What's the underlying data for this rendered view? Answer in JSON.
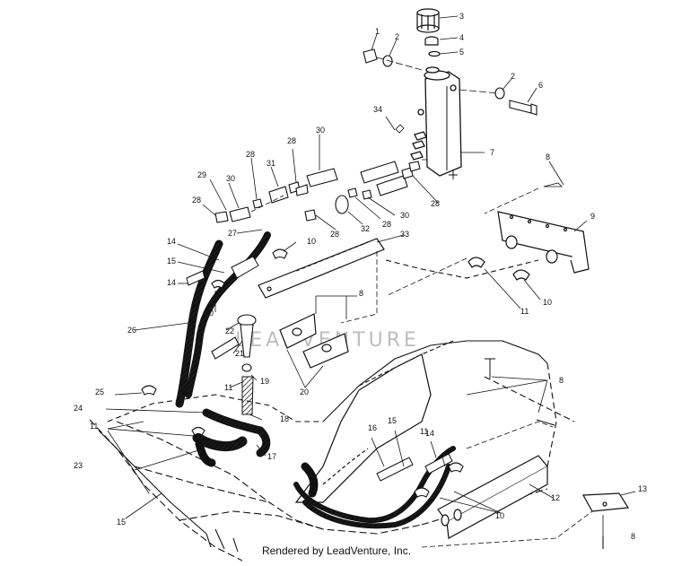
{
  "diagram": {
    "callouts": [
      "1",
      "2",
      "3",
      "4",
      "5",
      "2",
      "6",
      "7",
      "8",
      "9",
      "34",
      "30",
      "28",
      "31",
      "29",
      "30",
      "28",
      "28",
      "28",
      "30",
      "28",
      "32",
      "27",
      "28",
      "10",
      "33",
      "14",
      "15",
      "14",
      "10",
      "26",
      "8",
      "22",
      "11",
      "10",
      "11",
      "25",
      "24",
      "21",
      "20",
      "19",
      "11",
      "18",
      "17",
      "8",
      "11",
      "23",
      "15",
      "16",
      "14",
      "15",
      "12",
      "10",
      "13",
      "8"
    ],
    "watermark": "LEADVENTURE",
    "footer": "Rendered by LeadVenture, Inc."
  },
  "colors": {
    "line": "#111111",
    "hatch": "#333333",
    "watermark": "#bdbdbd"
  }
}
